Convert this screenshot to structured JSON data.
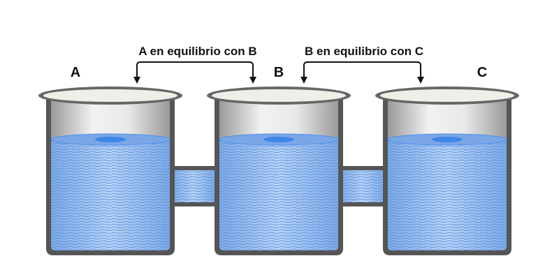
{
  "labels": {
    "a": "A",
    "b": "B",
    "c": "C"
  },
  "relations": [
    {
      "text": "A en equilibrio con B",
      "from": "A",
      "to": "B"
    },
    {
      "text": "B en equilibrio con C",
      "from": "B",
      "to": "C"
    }
  ],
  "colors": {
    "water": "#8fb8ea",
    "water_line": "#4d8fe8",
    "glass": "#555555",
    "rim": "#efeee8"
  }
}
